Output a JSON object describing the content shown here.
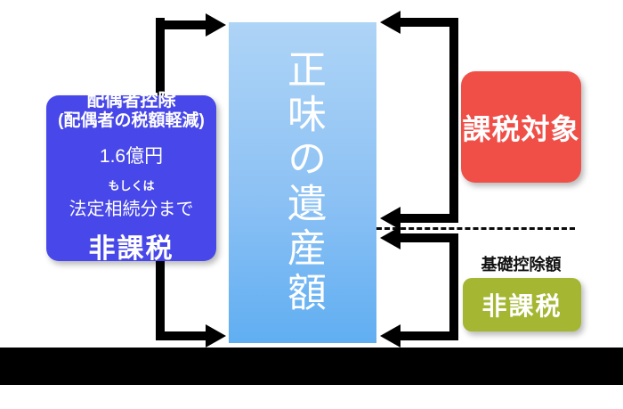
{
  "center_box": {
    "label": "正味の遺産額"
  },
  "left_box": {
    "title": "配偶者控除",
    "subtitle": "(配偶者の税額軽減)",
    "amount": "1.6億円",
    "or_text": "もしくは",
    "limit_text": "法定相続分まで",
    "status": "非課税"
  },
  "right_top_box": {
    "label": "課税対象"
  },
  "right_bottom": {
    "caption": "基礎控除額",
    "label": "非課税"
  },
  "colors": {
    "center_gradient_top": "#aed4f6",
    "center_gradient_bottom": "#60aef2",
    "spouse_box": "#4847e9",
    "taxable_box": "#f04f48",
    "exempt_box": "#a5b632",
    "connector": "#000000"
  }
}
